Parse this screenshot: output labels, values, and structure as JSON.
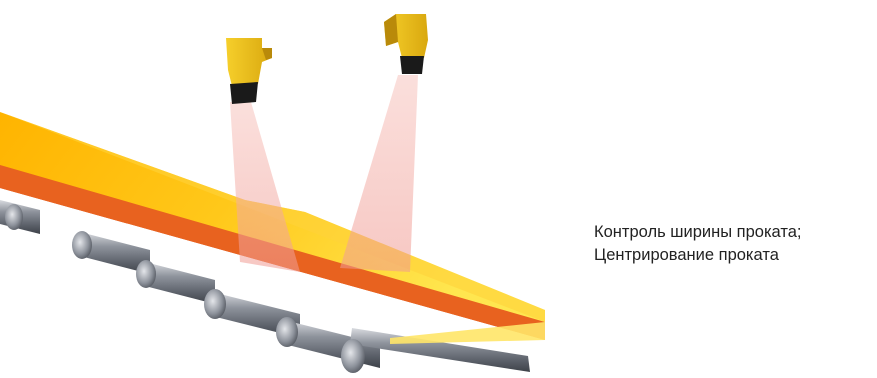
{
  "caption": {
    "line1": "Контроль ширины проката;",
    "line2": "Центрирование проката"
  },
  "scene": {
    "strip_color_top": "#FFC81A",
    "strip_color_end": "#FFE04A",
    "strip_edge_color": "#E8501A",
    "sensor_body_color": "#F2C21A",
    "sensor_lens_color": "#1A1A1A",
    "beam_color": "#F3A7A0",
    "roller_color": "#9A9EA6",
    "roller_count": 6,
    "sensor_count": 2
  }
}
